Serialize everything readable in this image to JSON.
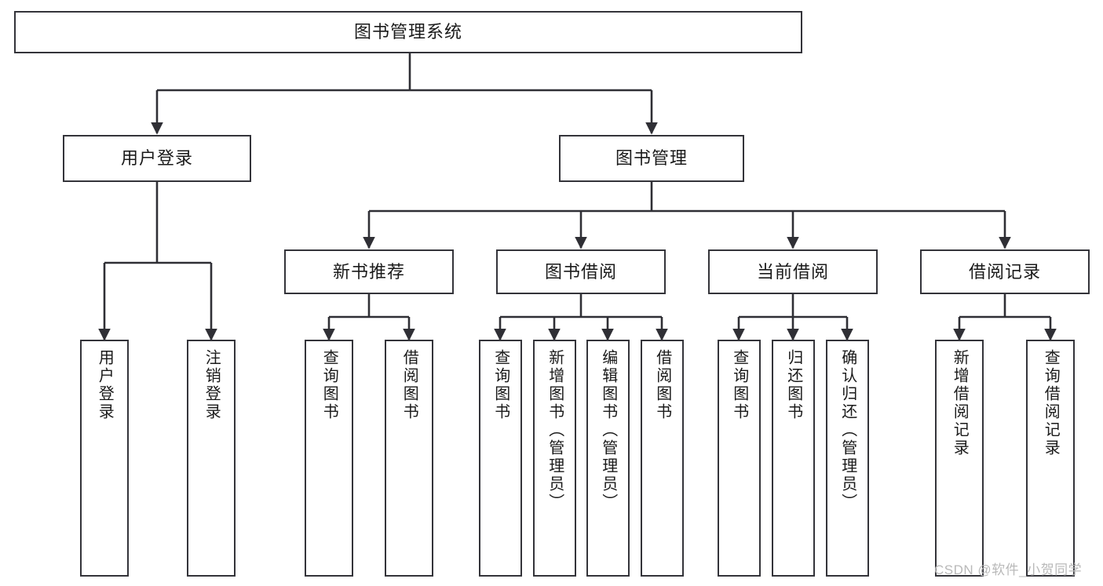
{
  "diagram": {
    "type": "tree-hierarchy",
    "title": "图书管理系统",
    "root": {
      "label": "图书管理系统"
    },
    "level2": [
      {
        "label": "用户登录"
      },
      {
        "label": "图书管理"
      }
    ],
    "level3": [
      {
        "label": "新书推荐"
      },
      {
        "label": "图书借阅"
      },
      {
        "label": "当前借阅"
      },
      {
        "label": "借阅记录"
      }
    ],
    "leaves": {
      "user_login": [
        {
          "label": "用户登录"
        },
        {
          "label": "注销登录"
        }
      ],
      "new_book_recommend": [
        {
          "label": "查询图书"
        },
        {
          "label": "借阅图书"
        }
      ],
      "book_borrow": [
        {
          "label": "查询图书"
        },
        {
          "label": "新增图书（管理员）"
        },
        {
          "label": "编辑图书（管理员）"
        },
        {
          "label": "借阅图书"
        }
      ],
      "current_borrow": [
        {
          "label": "查询图书"
        },
        {
          "label": "归还图书"
        },
        {
          "label": "确认归还（管理员）"
        }
      ],
      "borrow_record": [
        {
          "label": "新增借阅记录"
        },
        {
          "label": "查询借阅记录"
        }
      ]
    }
  },
  "watermark": {
    "text": "CSDN @软件_小贺同学"
  },
  "colors": {
    "border": "#34343a",
    "fill": "#ffffff",
    "text": "#1a1a1a",
    "watermark": "#b9b9b9"
  }
}
